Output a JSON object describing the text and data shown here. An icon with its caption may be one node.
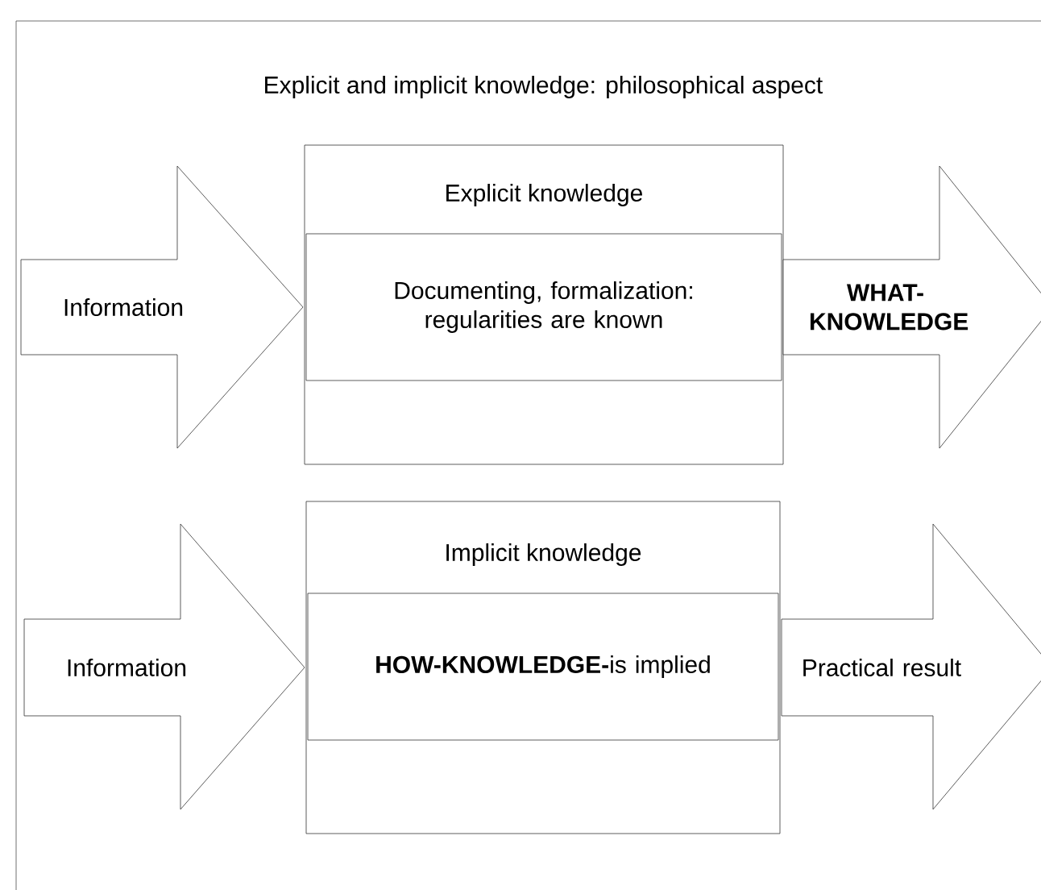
{
  "diagram": {
    "title": "Explicit and implicit knowledge: philosophical aspect",
    "nodes": [
      {
        "text": [
          "Information"
        ]
      },
      {
        "text": [
          "Explicit knowledge"
        ]
      },
      {
        "text": [
          "Documenting, formalization: regularities are known"
        ],
        "in": 1
      },
      {
        "text": [
          "WHAT-KNOWLEDGE"
        ]
      },
      {
        "text": [
          "Information"
        ]
      },
      {
        "text": [
          "Implicit knowledge"
        ]
      },
      {
        "text": [
          "**HOW-KNOWLEDGE-**is implied"
        ],
        "in": 5
      },
      {
        "text": [
          "Practical result"
        ]
      }
    ]
  }
}
